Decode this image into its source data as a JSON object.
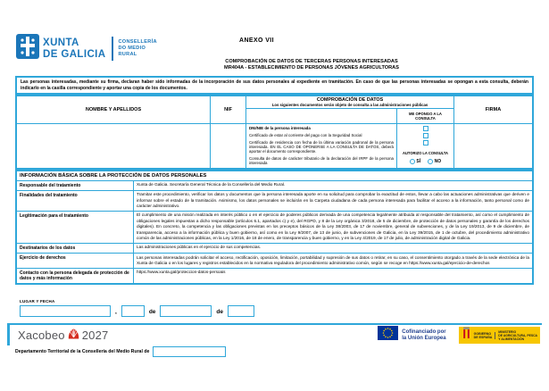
{
  "brand": {
    "name1": "XUNTA",
    "name2": "DE GALICIA",
    "dept1": "CONSELLERÍA",
    "dept2": "DO MEDIO",
    "dept3": "RURAL"
  },
  "page": {
    "annex": "ANEXO VII",
    "title1": "COMPROBACIÓN DE DATOS DE TERCERAS PERSONAS INTERESADAS",
    "title2": "MR404A - ESTABLECIMIENTO DE PERSONAS JÓVENES AGRICULTORAS"
  },
  "intro": "Las personas interesadas, mediante su firma, declaran haber sido informadas de la incorporación de sus datos personales al expediente en tramitación. En caso de que las personas interesadas se opongan a esta consulta, deberán indicarlo en la casilla correspondiente y aportar una copia de los documentos.",
  "table": {
    "headers": {
      "name": "NOMBRE Y APELLIDOS",
      "nif": "NIF",
      "check_title": "COMPROBACIÓN DE DATOS",
      "check_subtitle": "Los siguientes documentos serán objeto de consulta a las administraciones públicas",
      "oppose": "ME OPONGO A LA CONSULTA",
      "sign": "FIRMA"
    },
    "documents": [
      {
        "text": "DNI/NIE de la persona interesada"
      },
      {
        "text": "Certificado de estar al corriente del pago con la Seguridad Social"
      },
      {
        "text": "Certificado de residencia con fecha de la última variación padronal de la persona interesada. EN EL CASO DE OPONERSE A LA CONSULTA DE DATOS, deberá aportar el documento correspondiente."
      },
      {
        "text": "Consulta de datos de carácter tributario de la declaración del IRPF de la persona interesada"
      }
    ],
    "authorize_label": "AUTORIZO LA CONSULTA",
    "yes": "SÍ",
    "no": "NO"
  },
  "privacy": {
    "title": "INFORMACIÓN BÁSICA SOBRE LA PROTECCIÓN DE DATOS PERSONALES",
    "rows": [
      {
        "label": "Responsable del tratamiento",
        "value": "Xunta de Galicia. Secretaría General Técnica de la Consellería del Medio Rural."
      },
      {
        "label": "Finalidades del tratamiento",
        "value": "Tramitar este procedimiento, verificar los datos y documentos que la persona interesada aporte en su solicitud para comprobar la exactitud de estos, llevar a cabo las actuaciones administrativas que deriven e informar sobre el estado de la tramitación. Asimismo, los datos personales se incluirán en la Carpeta ciudadana de cada persona interesada para facilitar el acceso a la información, tanto personal como de carácter administrativo."
      },
      {
        "label": "Legitimación para el tratamiento",
        "value": "El cumplimiento de una misión realizada en interés público o en el ejercicio de poderes públicos derivada de una competencia legalmente atribuida al responsable del tratamiento, así como el cumplimiento de obligaciones legales impuestas a dicho responsable (artículos 6.1, apartados c) y e), del RGPD, y 8 de la Ley orgánica 3/2018, de 5 de diciembre, de protección de datos personales y garantía de los derechos digitales). En concreto, la competencia y las obligaciones previstas en los preceptos básicos de la Ley 38/2003, de 17 de noviembre, general de subvenciones, y de la Ley 19/2013, de 9 de diciembre, de transparencia, acceso a la información pública y buen gobierno, así como en la Ley 9/2007, de 13 de junio, de subvenciones de Galicia, en la Ley 39/2015, de 1 de octubre, del procedimiento administrativo común de las administraciones públicas, en la Ley 1/2016, de 18 de enero, de transparencia y buen gobierno, y en la Ley 4/2019, de 17 de julio, de administración digital de Galicia."
      },
      {
        "label": "Destinatarios de los datos",
        "value": "Las administraciones públicas en el ejercicio de sus competencias."
      },
      {
        "label": "Ejercicio de derechos",
        "value": "Las personas interesadas podrán solicitar el acceso, rectificación, oposición, limitación, portabilidad y supresión de sus datos o retirar, en su caso, el consentimiento otorgado a través de la sede electrónica de la Xunta de Galicia o en los lugares y registros establecidos en la normativa reguladora del procedimiento administrativo común, según se recoge en https://www.xunta.gal/ejercicio-de-derechos"
      },
      {
        "label": "Contacto con la persona delegada de protección de datos y más información",
        "value": "https://www.xunta.gal/proteccion-datos-persoais"
      }
    ]
  },
  "signature": {
    "label": "LUGAR Y FECHA",
    "comma": ",",
    "de1": "de",
    "de2": "de"
  },
  "footer": {
    "xacobeo_name": "Xacobeo",
    "xacobeo_year": "2027",
    "eu_line1": "Cofinanciado por",
    "eu_line2": "la Unión Europea",
    "spain_gov1": "GOBIERNO",
    "spain_gov2": "DE ESPAÑA",
    "spain_min1": "MINISTERIO",
    "spain_min2": "DE AGRICULTURA, PESCA",
    "spain_min3": "Y ALIMENTACIÓN",
    "addressee": "Departamento Territorial de la Consellería del Medio Rural de"
  },
  "colors": {
    "accent": "#2fa7da",
    "xunta_blue": "#1b76b9",
    "eu_blue": "#003399",
    "spain_yellow": "#f7c600",
    "xacobeo_red": "#d52b1e"
  }
}
